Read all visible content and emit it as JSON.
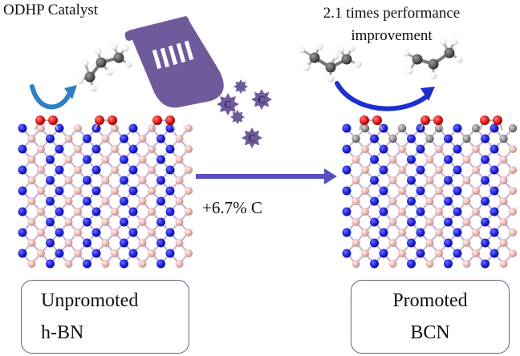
{
  "left_panel": {
    "title": "ODHP Catalyst",
    "label_line1": "Unpromoted",
    "label_line2": "h-BN"
  },
  "right_panel": {
    "title_line1": "2.1 times performance",
    "title_line2": "improvement",
    "label_line1": "Promoted",
    "label_line2": "BCN"
  },
  "transition": {
    "label": "+6.7% C"
  },
  "dopant": {
    "atom_symbol": "C"
  },
  "colors": {
    "nitrogen": "#1e22d8",
    "boron": "#e8b5b0",
    "carbon": "#8a8a8a",
    "oxygen": "#e01818",
    "bag": "#6f5a9c",
    "arrow": "#5a4fc0",
    "curved_arrow_left": "#2f7fc4",
    "curved_arrow_right": "#1d2fd0",
    "box_border": "#6f5a86"
  }
}
